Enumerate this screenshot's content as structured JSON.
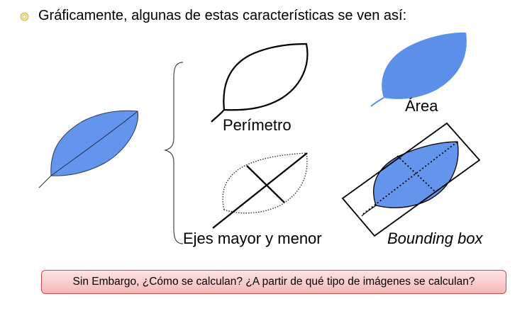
{
  "heading": "Gráficamente, algunas de estas características se ven así:",
  "labels": {
    "perimetro": "Perímetro",
    "area": "Área",
    "ejes": "Ejes mayor y menor",
    "bounding_box": "Bounding box"
  },
  "question": "Sin Embargo, ¿Cómo se calculan? ¿A partir de qué tipo de imágenes se calculan?",
  "colors": {
    "leaf_fill": "#6495ED",
    "area_fill": "#5B8FE8",
    "box_border": "#C0504D",
    "box_fill": "#F8C0C0"
  }
}
